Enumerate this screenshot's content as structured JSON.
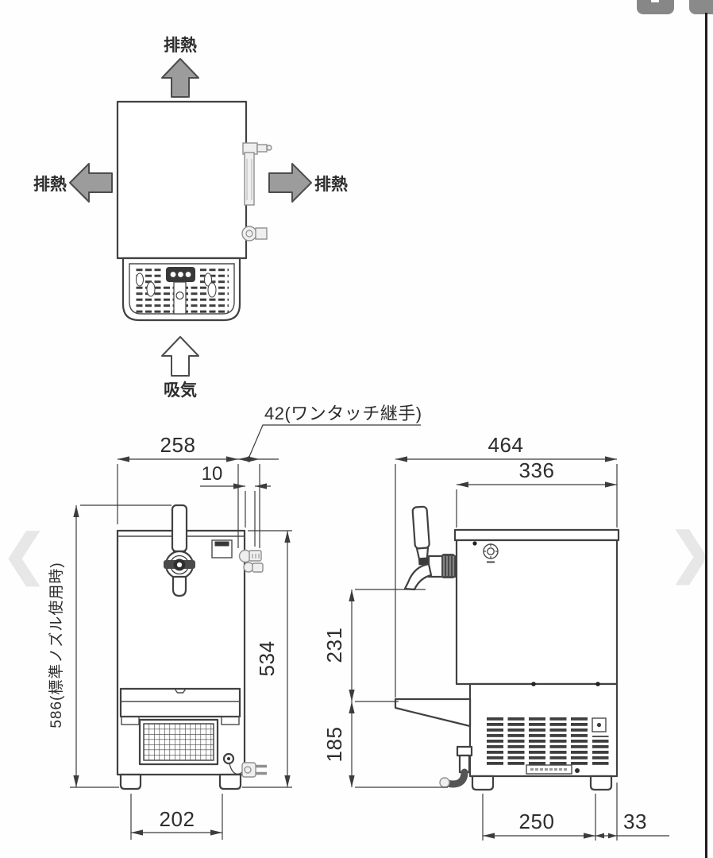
{
  "viewer": {
    "nav_prev_glyph": "❮",
    "nav_next_glyph": "❯"
  },
  "labels": {
    "exhaust_top": "排熱",
    "exhaust_left": "排熱",
    "exhaust_right": "排熱",
    "intake_bottom": "吸気",
    "fitting_callout": "42(ワンタッチ継手)"
  },
  "front_view": {
    "dim_width": "258",
    "dim_fitting_offset": "10",
    "dim_overall_height": "586(標準ノズル使用時)",
    "dim_body_height": "534",
    "dim_foot_span": "202"
  },
  "side_view": {
    "dim_overall_depth": "464",
    "dim_body_depth": "336",
    "dim_spout_to_tray": "231",
    "dim_tray_to_floor": "185",
    "dim_foot_span": "250",
    "dim_rear_overhang": "33"
  }
}
